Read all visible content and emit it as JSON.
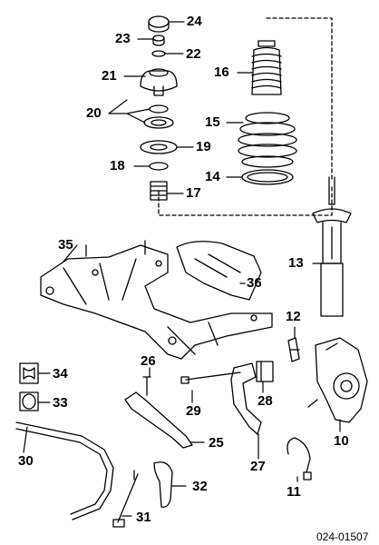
{
  "parts": [
    {
      "number": "24"
    },
    {
      "number": "23"
    },
    {
      "number": "22"
    },
    {
      "number": "21"
    },
    {
      "number": "20"
    },
    {
      "number": "19"
    },
    {
      "number": "18"
    },
    {
      "number": "17"
    },
    {
      "number": "16"
    },
    {
      "number": "15"
    },
    {
      "number": "14"
    },
    {
      "number": "13"
    },
    {
      "number": "35"
    },
    {
      "number": "36"
    },
    {
      "number": "12"
    },
    {
      "number": "34"
    },
    {
      "number": "33"
    },
    {
      "number": "26"
    },
    {
      "number": "29"
    },
    {
      "number": "28"
    },
    {
      "number": "10"
    },
    {
      "number": "30"
    },
    {
      "number": "25"
    },
    {
      "number": "27"
    },
    {
      "number": "32"
    },
    {
      "number": "11"
    },
    {
      "number": "31"
    }
  ],
  "diagram_code": "024-01507"
}
